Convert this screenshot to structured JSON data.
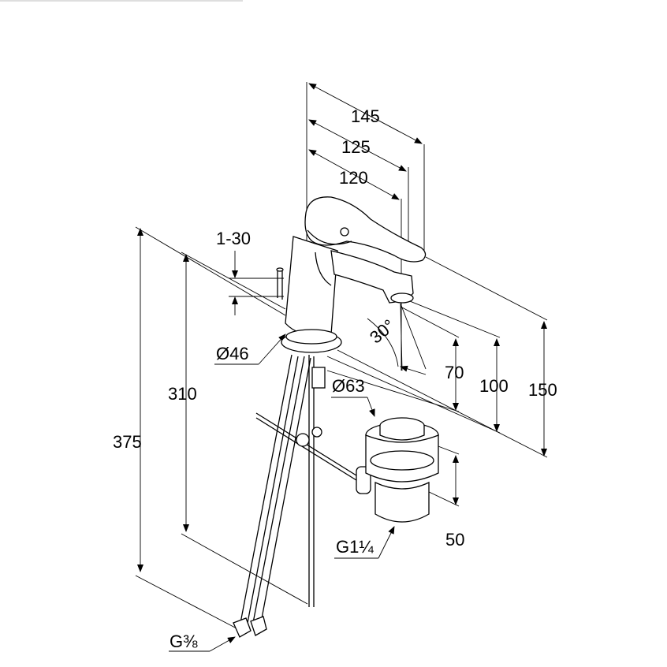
{
  "dimensions": {
    "d145": "145",
    "d125": "125",
    "d120": "120",
    "range_1_30": "1-30",
    "angle_30": "30°",
    "dia46": "Ø46",
    "dia63": "Ø63",
    "d310": "310",
    "d375": "375",
    "d70": "70",
    "d100": "100",
    "d150": "150",
    "d50": "50",
    "thread_waste": "G1¼",
    "thread_supply": "G⅜"
  }
}
